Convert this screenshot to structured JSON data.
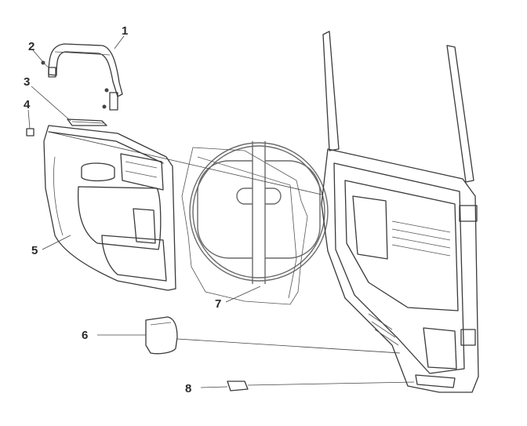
{
  "callouts": [
    {
      "id": "1",
      "label": "1"
    },
    {
      "id": "2",
      "label": "2"
    },
    {
      "id": "3",
      "label": "3"
    },
    {
      "id": "4",
      "label": "4"
    },
    {
      "id": "5",
      "label": "5"
    },
    {
      "id": "6",
      "label": "6"
    },
    {
      "id": "7",
      "label": "7"
    },
    {
      "id": "8",
      "label": "8"
    }
  ],
  "colors": {
    "line": "#3a3a3a",
    "shade": "#cfcfcf",
    "dark": "#555555",
    "background": "#ffffff"
  }
}
